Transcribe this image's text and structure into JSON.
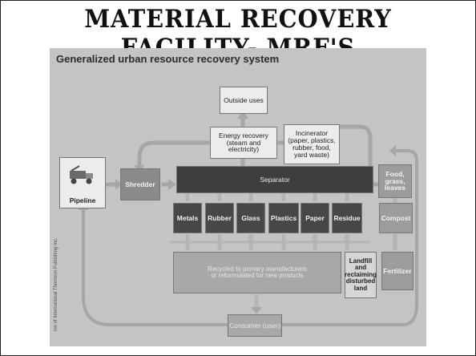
{
  "slide": {
    "title": "MATERIAL RECOVERY FACILITY- MRF'S"
  },
  "figure": {
    "title": "Generalized urban resource recovery system",
    "credit": "ion of International Thomson Publishing Inc.",
    "nodes": {
      "outside_uses": "Outside uses",
      "energy_recovery": "Energy recovery\n(steam and\nelectricity)",
      "incinerator": "Incinerator\n(paper, plastics,\nrubber, food,\nyard waste)",
      "pipeline": "Pipeline",
      "shredder": "Shredder",
      "separator": "Separator",
      "food": "Food,\ngrass,\nleaves",
      "metals": "Metals",
      "rubber": "Rubber",
      "glass": "Glass",
      "plastics": "Plastics",
      "paper": "Paper",
      "residue": "Residue",
      "compost": "Compost",
      "recycled": "Recycled to primary manufacturers\nor reformulated for new products",
      "landfill": "Landfill\nand\nreclaiming\ndisturbed\nland",
      "fertilizer": "Fertilizer",
      "consumer": "Consumer (user)"
    }
  },
  "colors": {
    "background": "#c4c4c4",
    "separator": "#3e3e3e",
    "material_box": "#474747",
    "light_box": "#ececec",
    "arrow": "#9a9a9a"
  }
}
